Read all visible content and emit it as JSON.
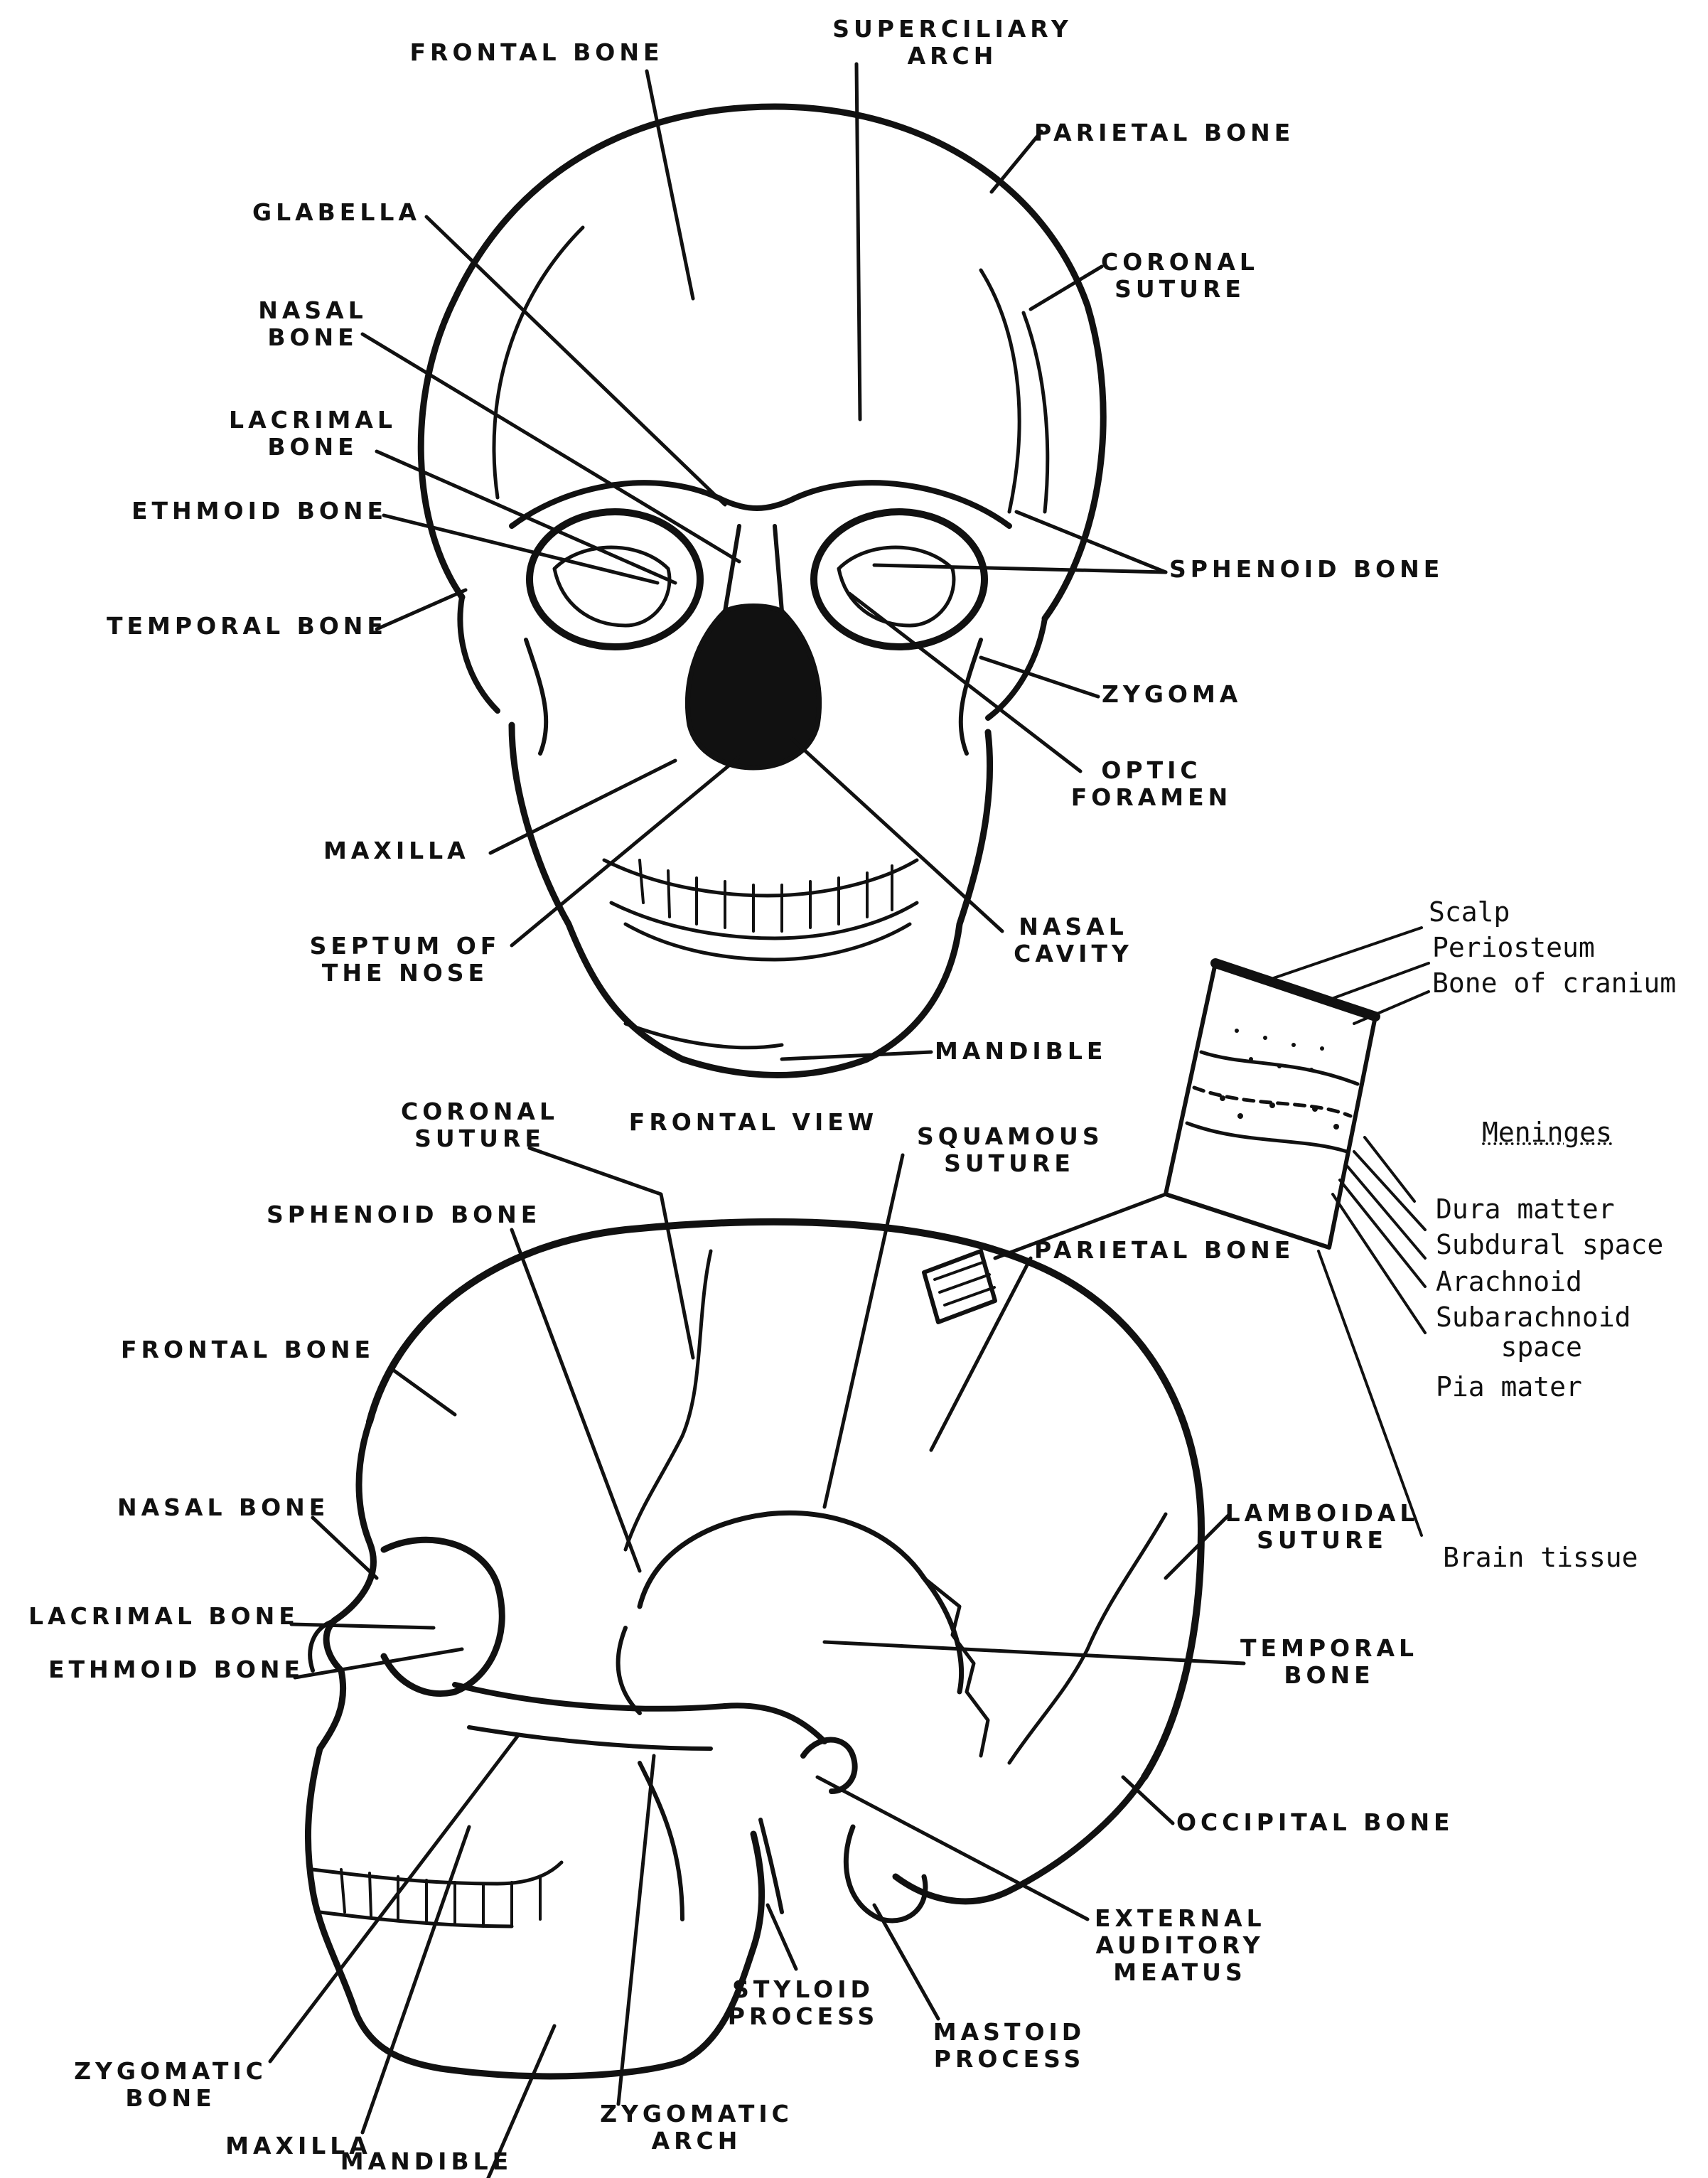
{
  "frontal": {
    "caption": "FRONTAL VIEW",
    "labels": {
      "frontal_bone": "FRONTAL BONE",
      "superciliary_arch": "SUPERCILIARY\nARCH",
      "parietal_bone": "PARIETAL BONE",
      "glabella": "GLABELLA",
      "coronal_suture": "CORONAL\nSUTURE",
      "nasal_bone": "NASAL\nBONE",
      "lacrimal_bone": "LACRIMAL\nBONE",
      "ethmoid_bone": "ETHMOID BONE",
      "sphenoid_bone": "SPHENOID BONE",
      "temporal_bone": "TEMPORAL BONE",
      "zygoma": "ZYGOMA",
      "optic_foramen": "OPTIC\nFORAMEN",
      "maxilla": "MAXILLA",
      "septum": "SEPTUM OF\nTHE NOSE",
      "nasal_cavity": "NASAL\nCAVITY",
      "mandible": "MANDIBLE"
    }
  },
  "lateral": {
    "labels": {
      "coronal_suture": "CORONAL\nSUTURE",
      "squamous_suture": "SQUAMOUS\nSUTURE",
      "sphenoid_bone": "SPHENOID BONE",
      "parietal_bone": "PARIETAL BONE",
      "frontal_bone": "FRONTAL BONE",
      "nasal_bone": "NASAL BONE",
      "lambdoidal_suture": "LAMBOIDAL\nSUTURE",
      "lacrimal_bone": "LACRIMAL BONE",
      "ethmoid_bone": "ETHMOID BONE",
      "temporal_bone": "TEMPORAL\nBONE",
      "occipital_bone": "OCCIPITAL BONE",
      "external_auditory_meatus": "EXTERNAL\nAUDITORY\nMEATUS",
      "styloid_process": "STYLOID\nPROCESS",
      "mastoid_process": "MASTOID\nPROCESS",
      "zygomatic_bone": "ZYGOMATIC\nBONE",
      "maxilla": "MAXILLA",
      "zygomatic_arch": "ZYGOMATIC\nARCH",
      "mandible": "MANDIBLE"
    }
  },
  "inset": {
    "scalp": "Scalp",
    "periosteum": "Periosteum",
    "bone_of_cranium": "Bone of cranium",
    "meninges": "Meninges",
    "dura_mater": "Dura matter",
    "subdural_space": "Subdural space",
    "arachnoid": "Arachnoid",
    "subarachnoid_space": "Subarachnoid\n    space",
    "pia_mater": "Pia mater",
    "brain_tissue": "Brain tissue"
  }
}
